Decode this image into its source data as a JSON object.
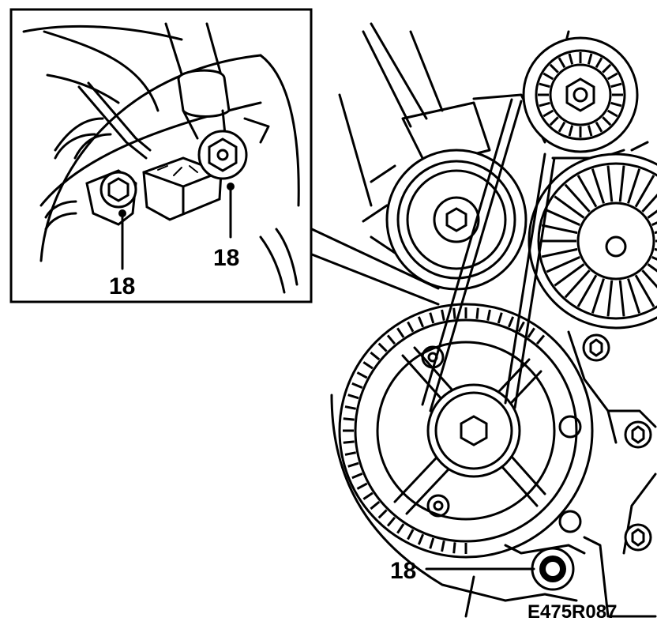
{
  "callouts": {
    "inset_left": "18",
    "inset_right": "18",
    "main_bottom": "18"
  },
  "figure_reference": "E475R087",
  "colors": {
    "ink": "#000000",
    "paper": "#ffffff"
  }
}
